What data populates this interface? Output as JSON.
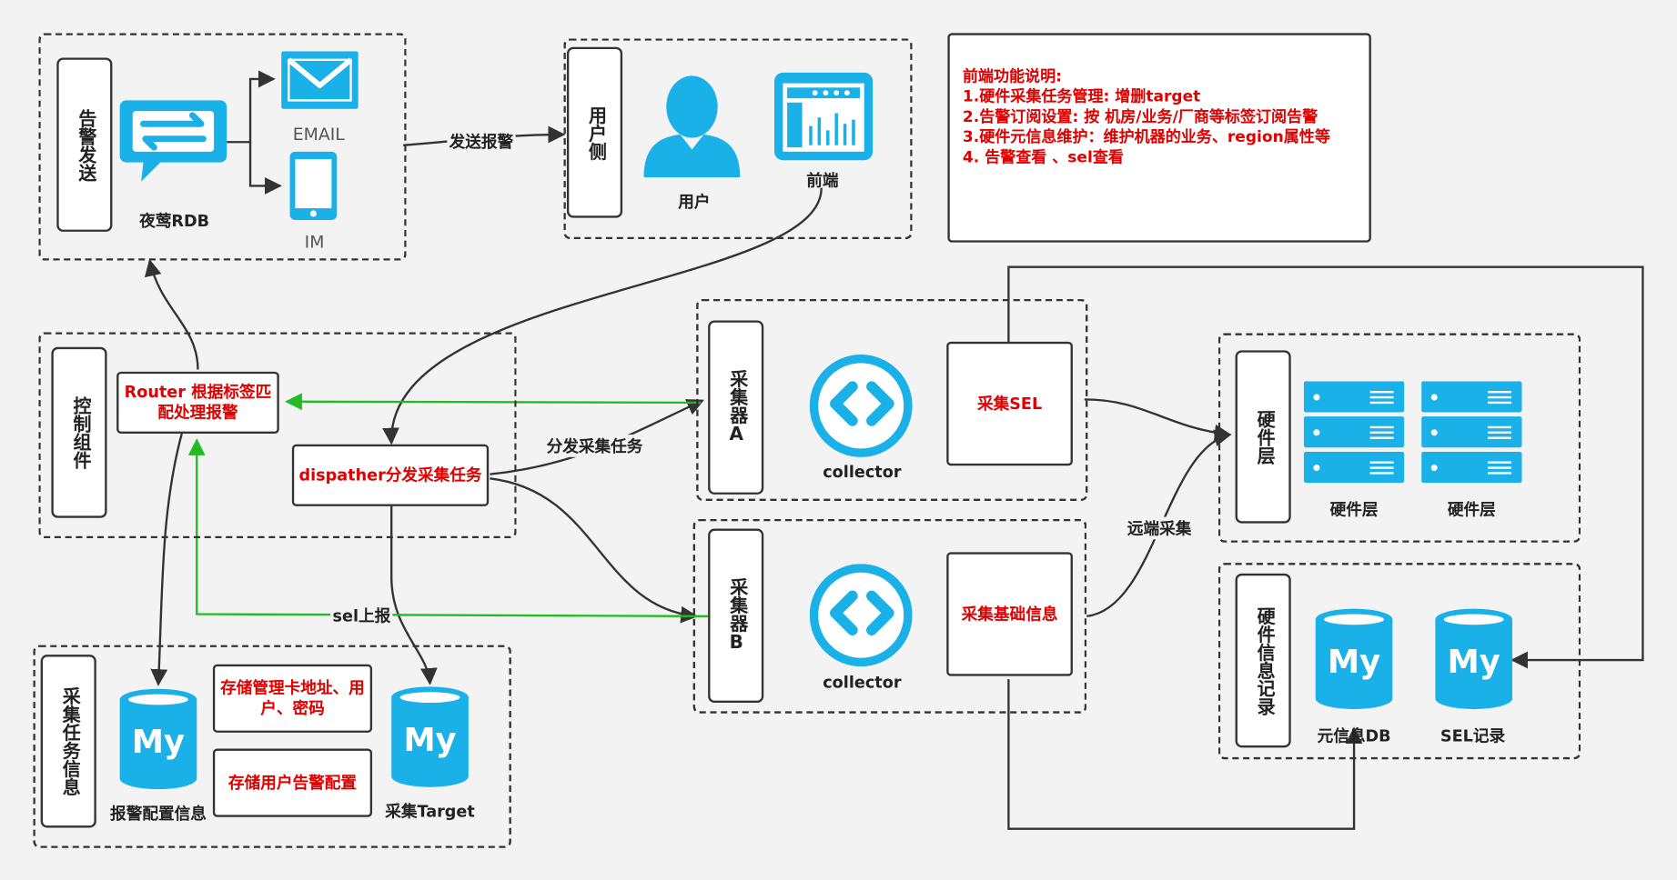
{
  "groups": {
    "alert_send": {
      "label": "告警发送"
    },
    "user_side": {
      "label": "用户侧"
    },
    "control": {
      "label": "控制组件"
    },
    "collect_task": {
      "label": "采集任务信息"
    },
    "collector_a": {
      "label": "采集器A"
    },
    "collector_b": {
      "label": "采集器B"
    },
    "hardware": {
      "label": "硬件层"
    },
    "hardware_record": {
      "label": "硬件信息记录"
    }
  },
  "nodes": {
    "rdb": "夜莺RDB",
    "email": "EMAIL",
    "im": "IM",
    "user": "用户",
    "frontend": "前端",
    "router": "Router 根据标签匹配处理报警",
    "dispatcher": "dispather分发采集任务",
    "collector_a": "collector",
    "collector_b": "collector",
    "collect_sel": "采集SEL",
    "collect_basic": "采集基础信息",
    "server_a": "硬件层",
    "server_b": "硬件层",
    "meta_db": "元信息DB",
    "sel_db": "SEL记录",
    "alert_db": "报警配置信息",
    "target_db": "采集Target",
    "store_card": "存储管理卡地址、用户、密码",
    "store_alert": "存储用户告警配置"
  },
  "edges": {
    "send_alert": "发送报警",
    "dispatch_task": "分发采集任务",
    "sel_report": "sel上报",
    "remote_collect": "远端采集"
  },
  "note": {
    "title": "前端功能说明:",
    "items": [
      "1.硬件采集任务管理: 增删target",
      "2.告警订阅设置: 按 机房/业务/厂商等标签订阅告警",
      "3.硬件元信息维护：维护机器的业务、region属性等",
      "4. 告警查看 、sel查看"
    ]
  },
  "icons": {
    "rdb": "chat-swap-icon",
    "email": "envelope-icon",
    "im": "phone-icon",
    "user": "user-icon",
    "frontend": "dashboard-icon",
    "collector": "exchange-arrows-icon",
    "server": "server-rack-icon",
    "db": "mysql-db-icon"
  },
  "colors": {
    "icon": "#1ab0e8",
    "accent_red": "#e00000",
    "green_flow": "#22bb22",
    "line": "#333333"
  }
}
